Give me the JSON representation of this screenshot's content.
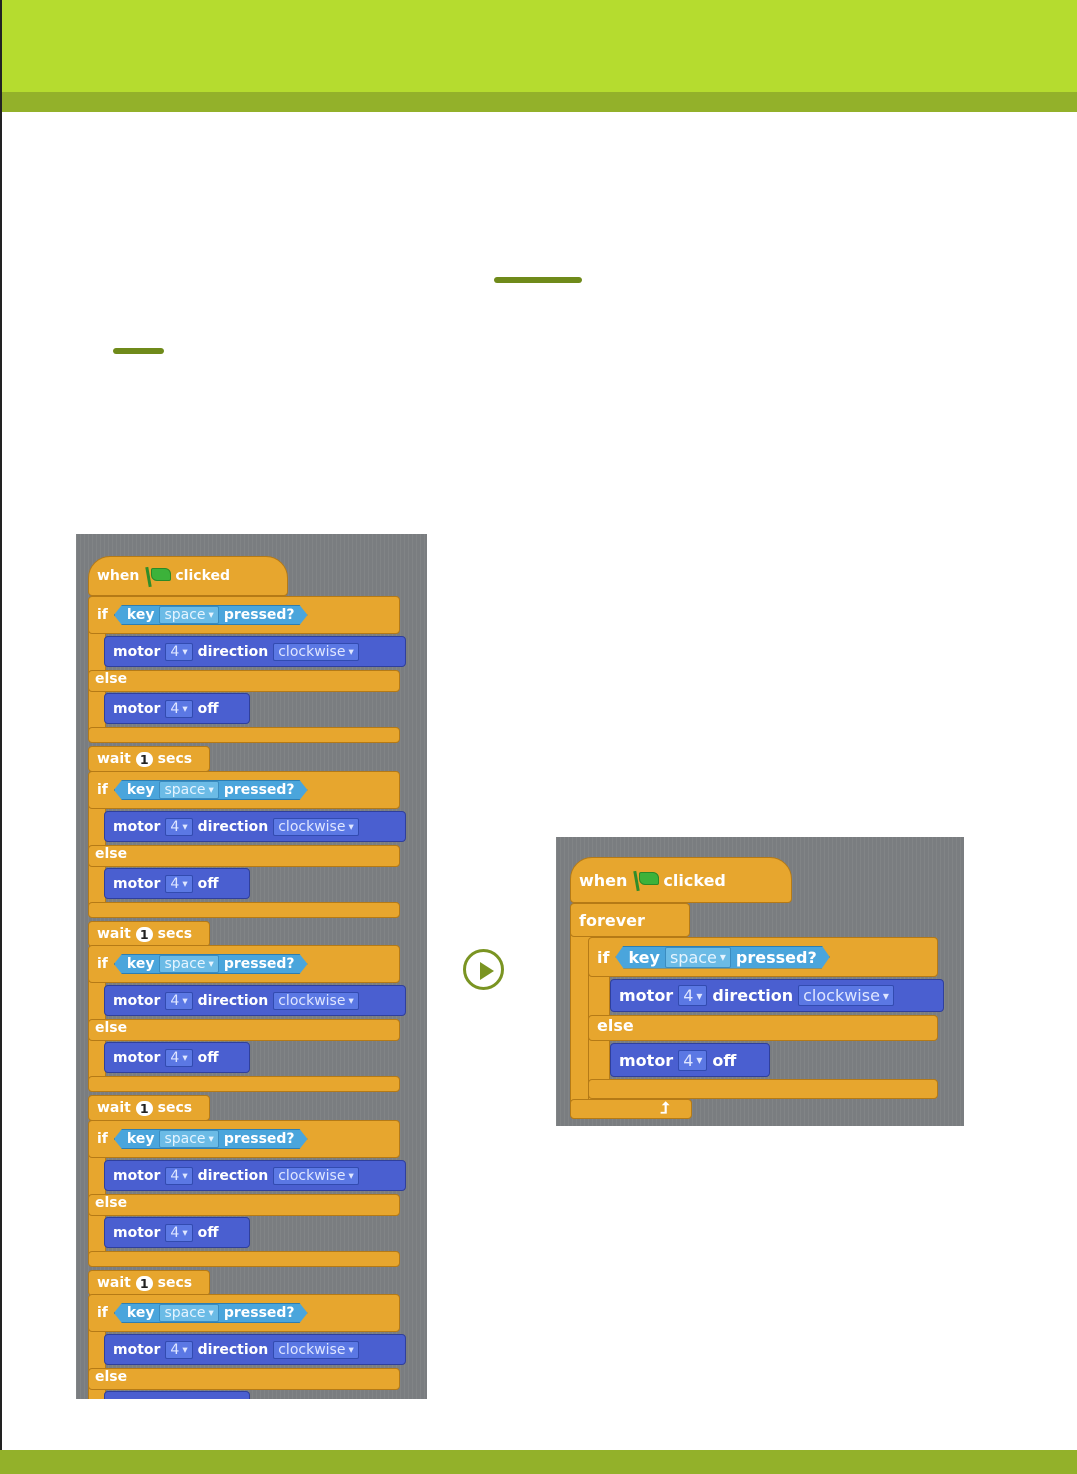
{
  "blocks": {
    "when": "when",
    "clicked": "clicked",
    "if": "if",
    "else": "else",
    "key": "key",
    "key_option": "space",
    "pressed": "pressed?",
    "motor": "motor",
    "motor_option": "4",
    "direction": "direction",
    "direction_option": "clockwise",
    "off": "off",
    "wait": "wait",
    "wait_value": "1",
    "secs": "secs",
    "forever": "forever"
  },
  "icons": {
    "green_flag": "green-flag-icon",
    "play": "play-icon",
    "loop_arrow": "loop-arrow-icon"
  },
  "colors": {
    "header": "#b5dc2f",
    "header_strip": "#93b12a",
    "control_block": "#e7a62e",
    "motor_block": "#4a5fd0",
    "sensing_block": "#4aa5dc",
    "script_area": "#7a7d80"
  }
}
